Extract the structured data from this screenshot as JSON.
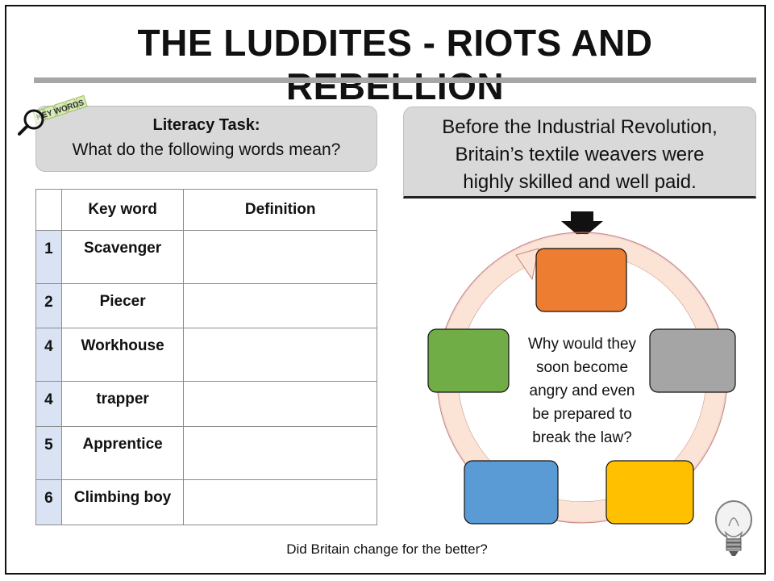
{
  "title": "THE LUDDITES - RIOTS AND REBELLION",
  "badge": {
    "text": "KEY WORDS",
    "icon": "magnifier-icon"
  },
  "literacy": {
    "title": "Literacy Task:",
    "question": "What do the following words mean?"
  },
  "table": {
    "headers": [
      "",
      "Key word",
      "Definition"
    ],
    "rows": [
      {
        "num": "1",
        "word": "Scavenger",
        "definition": ""
      },
      {
        "num": "2",
        "word": "Piecer",
        "definition": ""
      },
      {
        "num": "4",
        "word": "Workhouse",
        "definition": ""
      },
      {
        "num": "4",
        "word": "trapper",
        "definition": ""
      },
      {
        "num": "5",
        "word": "Apprentice",
        "definition": ""
      },
      {
        "num": "6",
        "word": "Climbing boy",
        "definition": ""
      }
    ]
  },
  "fact": {
    "lines": [
      "Before the Industrial Revolution,",
      "Britain’s textile weavers were",
      "highly skilled and well paid."
    ]
  },
  "cycle": {
    "center_lines": [
      "Why would they",
      "soon become",
      "angry and even",
      "be prepared to",
      "break the law?"
    ],
    "box_colors": {
      "top": "#ed7d31",
      "right": "#a5a5a5",
      "bottom_right": "#ffc000",
      "bottom_left": "#5b9bd5",
      "left": "#70ad47"
    },
    "ring_color": "#f8cbad"
  },
  "footer": "Did Britain change for the better?",
  "icons": {
    "down_arrow": "down-arrow-icon",
    "bulb": "lightbulb-icon"
  }
}
